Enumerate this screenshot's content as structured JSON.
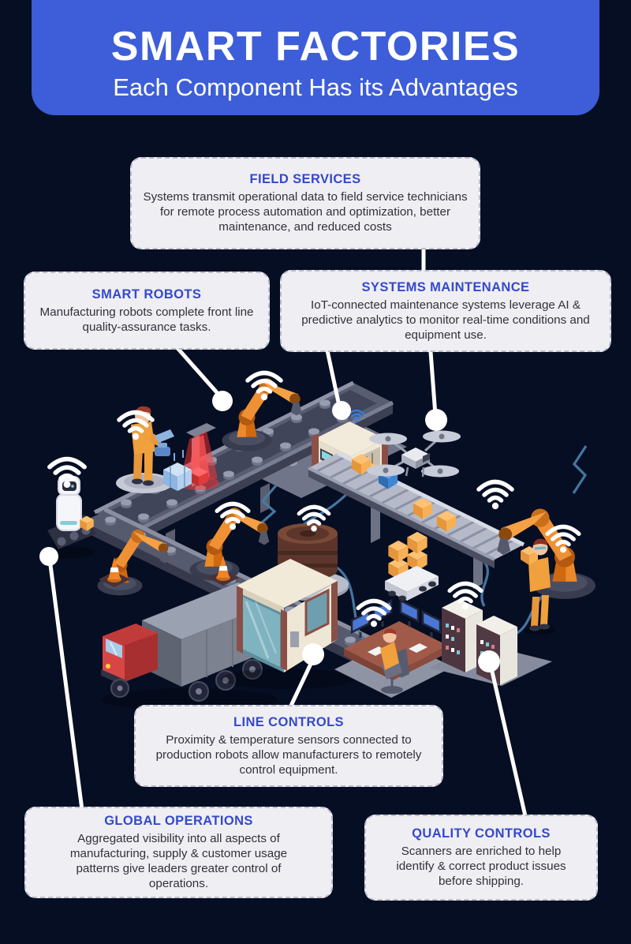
{
  "header": {
    "title": "SMART FACTORIES",
    "subtitle": "Each Component Has its Advantages"
  },
  "callouts": [
    {
      "id": "field-services",
      "title": "FIELD SERVICES",
      "body": "Systems transmit operational data to field service technicians for remote process automation and optimization, better maintenance, and reduced costs"
    },
    {
      "id": "smart-robots",
      "title": "SMART ROBOTS",
      "body": "Manufacturing robots complete front line quality-assurance tasks."
    },
    {
      "id": "systems-maintenance",
      "title": "SYSTEMS MAINTENANCE",
      "body": "IoT-connected maintenance systems leverage AI & predictive analytics to monitor real-time conditions and equipment use."
    },
    {
      "id": "line-controls",
      "title": "LINE CONTROLS",
      "body": "Proximity & temperature sensors connected to production robots allow manufacturers to remotely control equipment."
    },
    {
      "id": "global-operations",
      "title": "GLOBAL OPERATIONS",
      "body": "Aggregated visibility into all aspects of manufacturing, supply & customer usage patterns give leaders greater control of operations."
    },
    {
      "id": "quality-controls",
      "title": "QUALITY CONTROLS",
      "body": "Scanners are enriched to help identify & correct product issues before shipping."
    }
  ],
  "colors": {
    "background": "#060e23",
    "banner_blue": "#3d5ed8",
    "callout_bg": "#efeef3",
    "callout_title_blue": "#3449cb",
    "callout_body_text": "#31313b",
    "robot_orange": "#f09035",
    "cable_blue": "#4a7ba6",
    "connector_white": "#ffffff",
    "laser_red": "#ff3333"
  },
  "illustration": {
    "description": "Isometric smart factory scene",
    "icons": [
      "wifi-icon",
      "robot-arm",
      "conveyor-belt",
      "scanner-gate",
      "laser-scanner",
      "drone",
      "mobile-robot",
      "factory-worker",
      "hologram-crate",
      "database-cylinder",
      "cargo-box",
      "agv-cart",
      "delivery-truck",
      "control-booth",
      "operator-desk",
      "server-racks",
      "traffic-cone",
      "connector-dot"
    ]
  }
}
